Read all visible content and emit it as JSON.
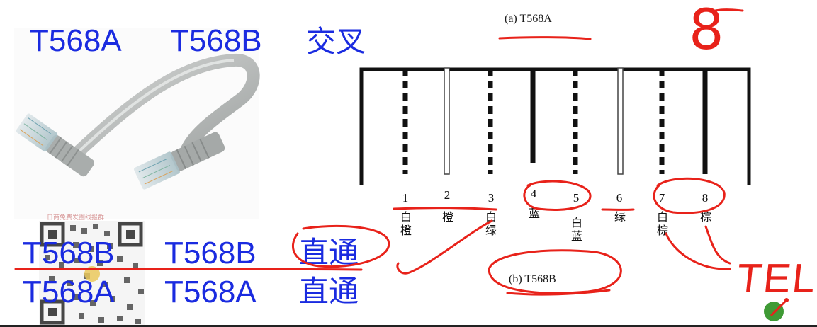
{
  "header": {
    "label_a": "T568A",
    "label_b": "T568B",
    "label_cross": "交叉"
  },
  "row1": {
    "left": "T568B",
    "right": "T568B",
    "mode": "直通"
  },
  "row2": {
    "left": "T568A",
    "right": "T568A",
    "mode": "直通"
  },
  "diagram": {
    "caption_top": "(a) T568A",
    "caption_bottom": "(b) T568B",
    "pins": [
      {
        "num": "1",
        "color": "白橙",
        "style": "dashed"
      },
      {
        "num": "2",
        "color": "橙",
        "style": "hollow"
      },
      {
        "num": "3",
        "color": "白绿",
        "style": "dashed"
      },
      {
        "num": "4",
        "color": "蓝",
        "style": "solid"
      },
      {
        "num": "5",
        "color": "白蓝",
        "style": "dashed"
      },
      {
        "num": "6",
        "color": "绿",
        "style": "hollow"
      },
      {
        "num": "7",
        "color": "白棕",
        "style": "dashed"
      },
      {
        "num": "8",
        "color": "棕",
        "style": "solid"
      }
    ]
  },
  "annotations": {
    "eight": "8",
    "tel": "TEL"
  },
  "watermark": "日商免费发圈线报群",
  "colors": {
    "text_blue": "#1a2be0",
    "annotation_red": "#e8221a",
    "cable_gray": "#b9bcbc"
  }
}
